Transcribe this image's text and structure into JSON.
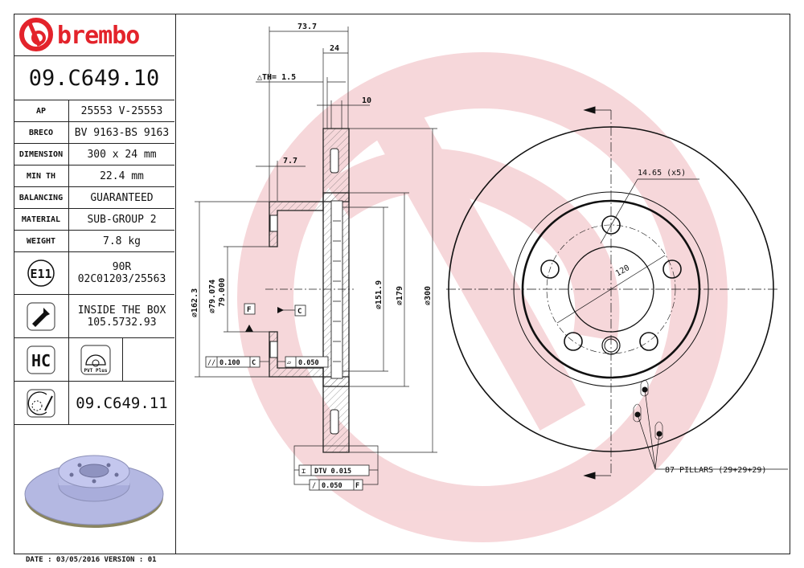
{
  "brand": {
    "logo_text": "brembo",
    "color": "#e3232b"
  },
  "part_number": "09.C649.10",
  "specs": [
    {
      "label": "AP",
      "value": "25553 V-25553"
    },
    {
      "label": "BRECO",
      "value": "BV 9163-BS 9163"
    },
    {
      "label": "DIMENSION",
      "value": "300 x 24 mm"
    },
    {
      "label": "MIN TH",
      "value": "22.4 mm"
    },
    {
      "label": "BALANCING",
      "value": "GUARANTEED"
    },
    {
      "label": "MATERIAL",
      "value": "SUB-GROUP 2"
    },
    {
      "label": "WEIGHT",
      "value": "7.8 kg"
    }
  ],
  "approval": {
    "badge": "E11",
    "line1": "90R",
    "line2": "02C01203/25563"
  },
  "screw": {
    "icon": "screw-icon",
    "line1": "INSIDE THE BOX",
    "line2": "105.5732.93"
  },
  "features": {
    "hc_badge": "HC",
    "pvt_label": "PVT Plus"
  },
  "variant": {
    "icon": "disc-with-sensor-icon",
    "part_number": "09.C649.11"
  },
  "footer": {
    "date": "DATE : 03/05/2016 VERSION : 01"
  },
  "section_view": {
    "dim_overall_width": "73.7",
    "dim_thickness": "24",
    "dim_delta_th": "△TH= 1.5",
    "dim_vent": "10",
    "dim_flange": "7.7",
    "dim_d162": "⌀162.3",
    "dim_d79_upper": "⌀79.074",
    "dim_d79_lower": "79.000",
    "dim_d151": "⌀151.9",
    "dim_d179": "⌀179",
    "dim_d300": "⌀300",
    "datum_f": "F",
    "datum_c": "C",
    "tol_parallel": {
      "symbol": "//",
      "value": "0.100",
      "datum": "C"
    },
    "tol_flatness": {
      "symbol": "▱",
      "value": "0.050"
    },
    "tol_dtv": {
      "symbol": "⌶",
      "value": "DTV 0.015"
    },
    "tol_runout": {
      "symbol": "/",
      "value": "0.050",
      "datum": "F"
    }
  },
  "front_view": {
    "bolt_holes": "14.65 (x5)",
    "bolt_circle": "120",
    "pillars": "87 PILLARS (29+29+29)"
  },
  "watermark_color": "#f6d3d6"
}
